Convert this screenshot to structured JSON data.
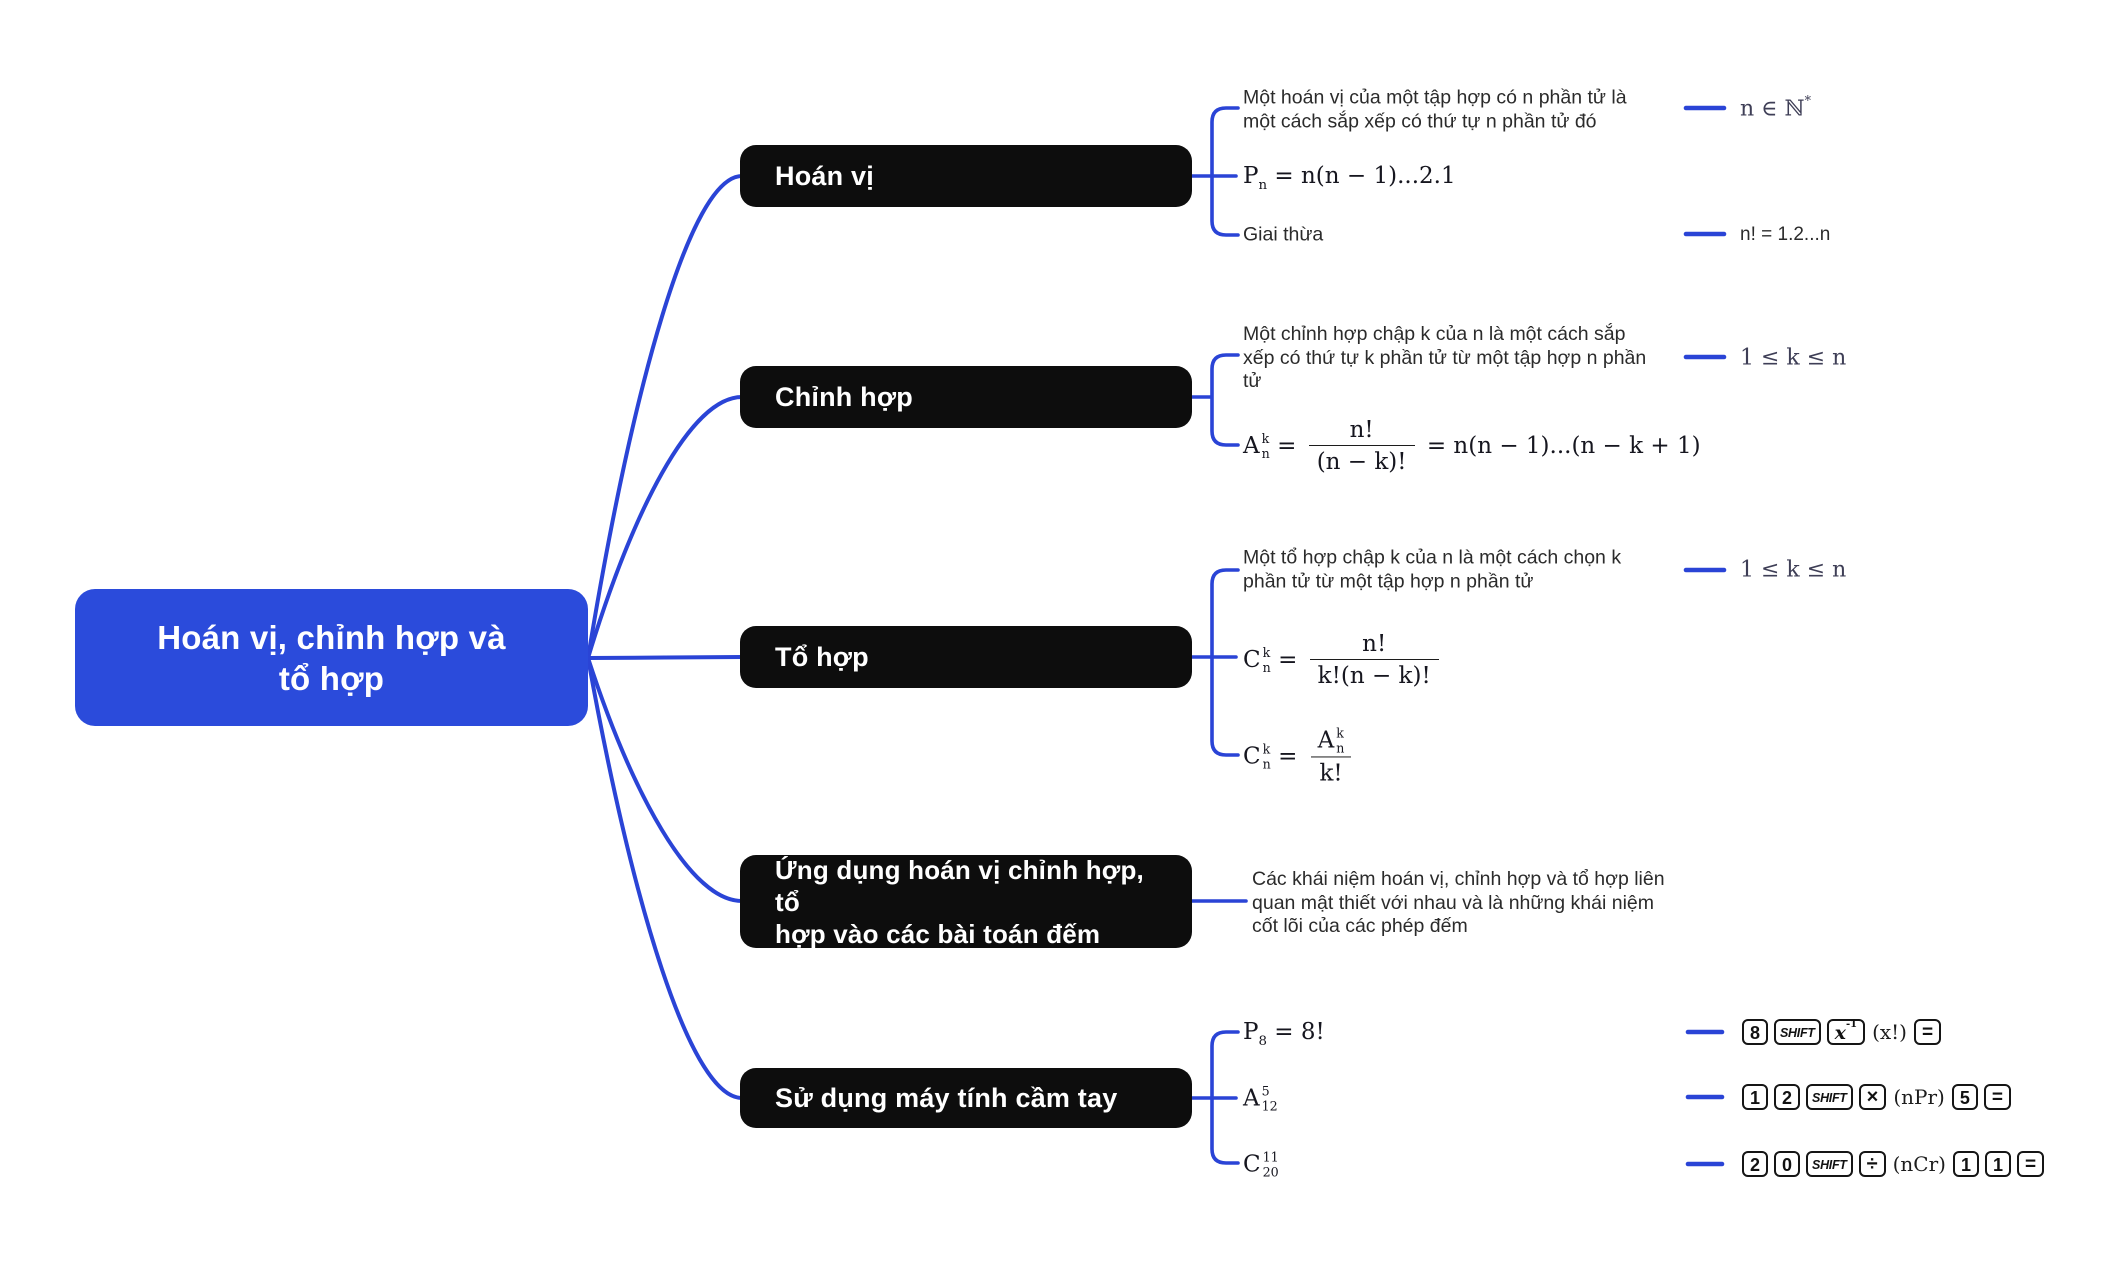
{
  "colors": {
    "accent": "#2A44D6",
    "root_bg": "#2B4BDB",
    "node_bg": "#0D0D0D"
  },
  "root": {
    "label": "Hoán vị, chỉnh hợp và\ntổ hợp"
  },
  "branches": [
    {
      "label": "Hoán vị",
      "children": [
        {
          "text": "Một hoán vị của một tập hợp có n phần tử là\nmột cách sắp xếp có thứ tự n phần tử đó",
          "annotation": {
            "tokens": [
              {
                "t": "n ∈ ℕ"
              },
              {
                "sup": "*"
              }
            ]
          }
        },
        {
          "tokens": [
            {
              "t": "P"
            },
            {
              "sub": "n"
            },
            {
              "t": " = n(n − 1)...2.1"
            }
          ]
        },
        {
          "text": "Giai thừa",
          "annotation": {
            "text": "n! = 1.2...n"
          }
        }
      ]
    },
    {
      "label": "Chỉnh hợp",
      "children": [
        {
          "text": "Một chỉnh hợp chập k của n là một cách sắp\nxếp có thứ tự k phần tử từ một tập hợp n phần\ntử",
          "annotation": {
            "tokens": [
              {
                "t": "1 ≤ k ≤ n"
              }
            ]
          }
        },
        {
          "tokens": [
            {
              "t": "A"
            },
            {
              "ss": {
                "sup": "k",
                "sub": "n"
              }
            },
            {
              "t": " = "
            },
            {
              "frac": {
                "num": [
                  {
                    "t": "n!"
                  }
                ],
                "den": [
                  {
                    "t": "(n − k)!"
                  }
                ]
              }
            },
            {
              "t": " = n(n − 1)...(n − k + 1)"
            }
          ]
        }
      ]
    },
    {
      "label": "Tổ hợp",
      "children": [
        {
          "text": "Một tổ hợp chập k của n là một cách chọn k\nphần tử từ một tập hợp n phần tử",
          "annotation": {
            "tokens": [
              {
                "t": "1 ≤ k ≤ n"
              }
            ]
          }
        },
        {
          "tokens": [
            {
              "t": "C"
            },
            {
              "ss": {
                "sup": "k",
                "sub": "n"
              }
            },
            {
              "t": " = "
            },
            {
              "frac": {
                "num": [
                  {
                    "t": "n!"
                  }
                ],
                "den": [
                  {
                    "t": "k!(n − k)!"
                  }
                ]
              }
            }
          ]
        },
        {
          "tokens": [
            {
              "t": "C"
            },
            {
              "ss": {
                "sup": "k",
                "sub": "n"
              }
            },
            {
              "t": " = "
            },
            {
              "frac": {
                "num": [
                  {
                    "t": "A"
                  },
                  {
                    "ss": {
                      "sup": "k",
                      "sub": "n"
                    }
                  }
                ],
                "den": [
                  {
                    "t": "k!"
                  }
                ]
              }
            }
          ]
        }
      ]
    },
    {
      "label": "Ứng dụng hoán vị chỉnh hợp, tổ\nhợp vào các bài toán đếm",
      "children": [
        {
          "text": "Các khái niệm hoán vị, chỉnh hợp và tổ hợp liên\nquan mật thiết với nhau và là những khái niệm\ncốt lõi của các phép đếm"
        }
      ]
    },
    {
      "label": "Sử dụng máy tính cầm tay",
      "children": [
        {
          "tokens": [
            {
              "t": "P"
            },
            {
              "sub": "8"
            },
            {
              "t": " = 8!"
            }
          ],
          "keys": [
            {
              "key": "8"
            },
            {
              "key": "SHIFT",
              "v": "shift"
            },
            {
              "key": "x",
              "sup": "-1",
              "v": "math"
            },
            {
              "txt": "(x!)"
            },
            {
              "key": "=",
              "v": "eq"
            }
          ]
        },
        {
          "tokens": [
            {
              "t": "A"
            },
            {
              "ss": {
                "sup": "5",
                "sub": "12"
              }
            }
          ],
          "keys": [
            {
              "key": "1"
            },
            {
              "key": "2"
            },
            {
              "key": "SHIFT",
              "v": "shift"
            },
            {
              "key": "×",
              "v": "op"
            },
            {
              "txt": "(nPr)"
            },
            {
              "key": "5"
            },
            {
              "key": "=",
              "v": "eq"
            }
          ]
        },
        {
          "tokens": [
            {
              "t": "C"
            },
            {
              "ss": {
                "sup": "11",
                "sub": "20"
              }
            }
          ],
          "keys": [
            {
              "key": "2"
            },
            {
              "key": "0"
            },
            {
              "key": "SHIFT",
              "v": "shift"
            },
            {
              "key": "÷",
              "v": "op"
            },
            {
              "txt": "(nCr)"
            },
            {
              "key": "1"
            },
            {
              "key": "1"
            },
            {
              "key": "=",
              "v": "eq"
            }
          ]
        }
      ]
    }
  ]
}
